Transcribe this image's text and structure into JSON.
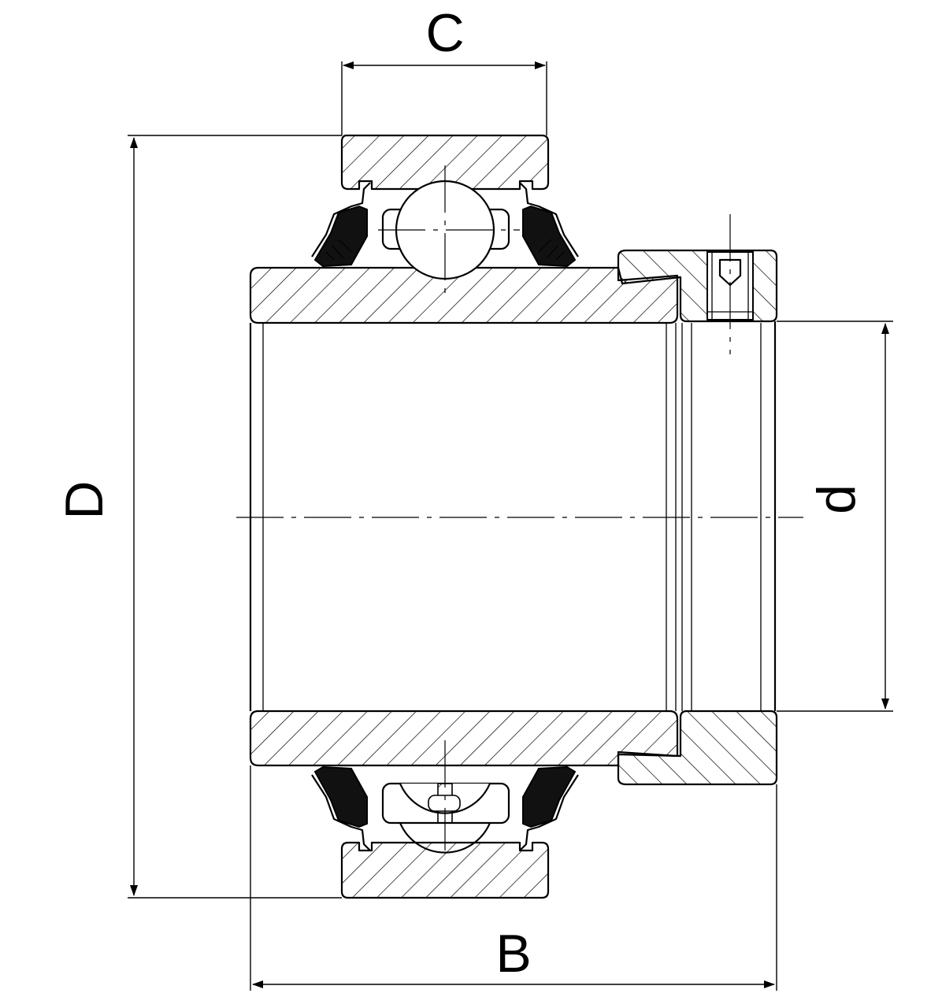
{
  "dimensions": {
    "C": "C",
    "D": "D",
    "d": "d",
    "B": "B"
  },
  "colors": {
    "line": "#000000",
    "background": "#ffffff"
  }
}
